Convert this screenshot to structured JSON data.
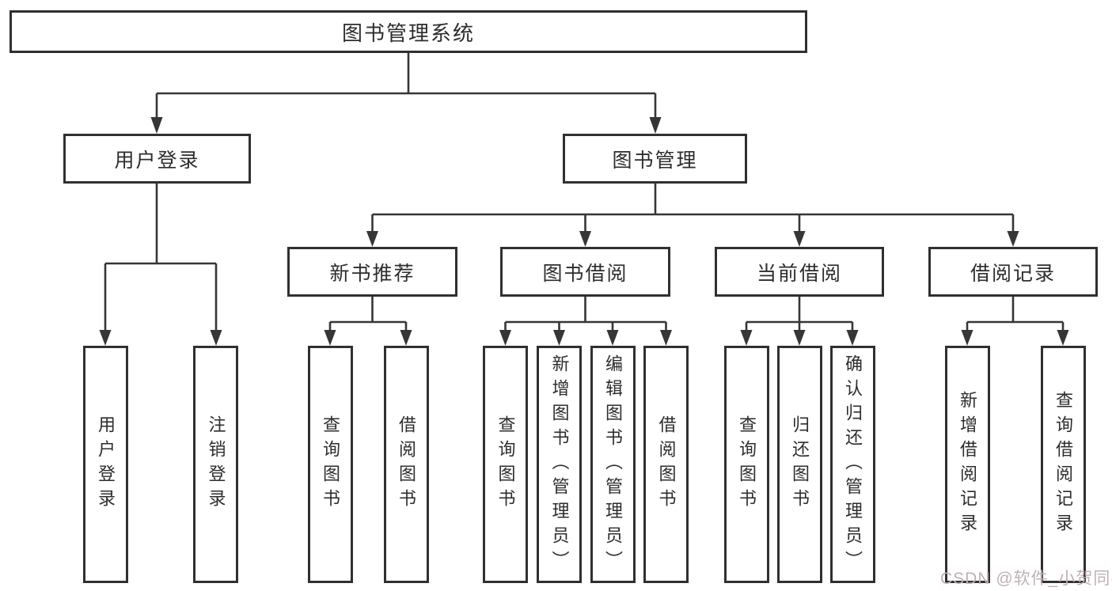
{
  "tree": {
    "root": {
      "label": "图书管理系统"
    },
    "branches": [
      {
        "label": "用户登录",
        "children": [
          {
            "label": "用户登录"
          },
          {
            "label": "注销登录"
          }
        ]
      },
      {
        "label": "图书管理",
        "children": [
          {
            "label": "新书推荐",
            "children": [
              {
                "label": "查询图书"
              },
              {
                "label": "借阅图书"
              }
            ]
          },
          {
            "label": "图书借阅",
            "children": [
              {
                "label": "查询图书"
              },
              {
                "label": "新增图书（管理员）"
              },
              {
                "label": "编辑图书（管理员）"
              },
              {
                "label": "借阅图书"
              }
            ]
          },
          {
            "label": "当前借阅",
            "children": [
              {
                "label": "查询图书"
              },
              {
                "label": "归还图书"
              },
              {
                "label": "确认归还（管理员）"
              }
            ]
          },
          {
            "label": "借阅记录",
            "children": [
              {
                "label": "新增借阅记录"
              },
              {
                "label": "查询借阅记录"
              }
            ]
          }
        ]
      }
    ]
  },
  "watermark": {
    "text": "CSDN @软件_小贺同学"
  },
  "colors": {
    "line": "#363636",
    "box_border": "#303030",
    "text": "#2d2d2d",
    "watermark": "#c2b0b3",
    "background": "#ffffff"
  }
}
